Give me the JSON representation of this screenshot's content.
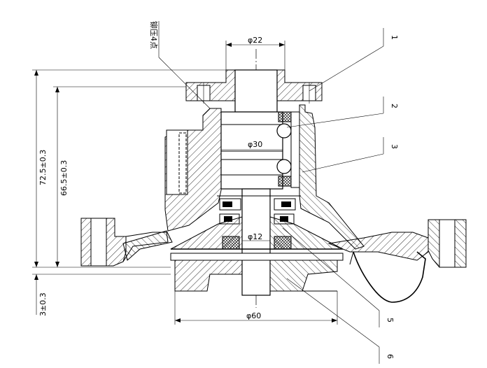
{
  "dimensions": {
    "d22": "φ22",
    "d30": "φ30",
    "d12": "φ12",
    "d60": "φ60",
    "h72": "72.5±0.3",
    "h66": "66.5±0.3",
    "h3": "3±0.3"
  },
  "note": "铆压4点",
  "callouts": [
    "1",
    "2",
    "3",
    "5",
    "6"
  ]
}
